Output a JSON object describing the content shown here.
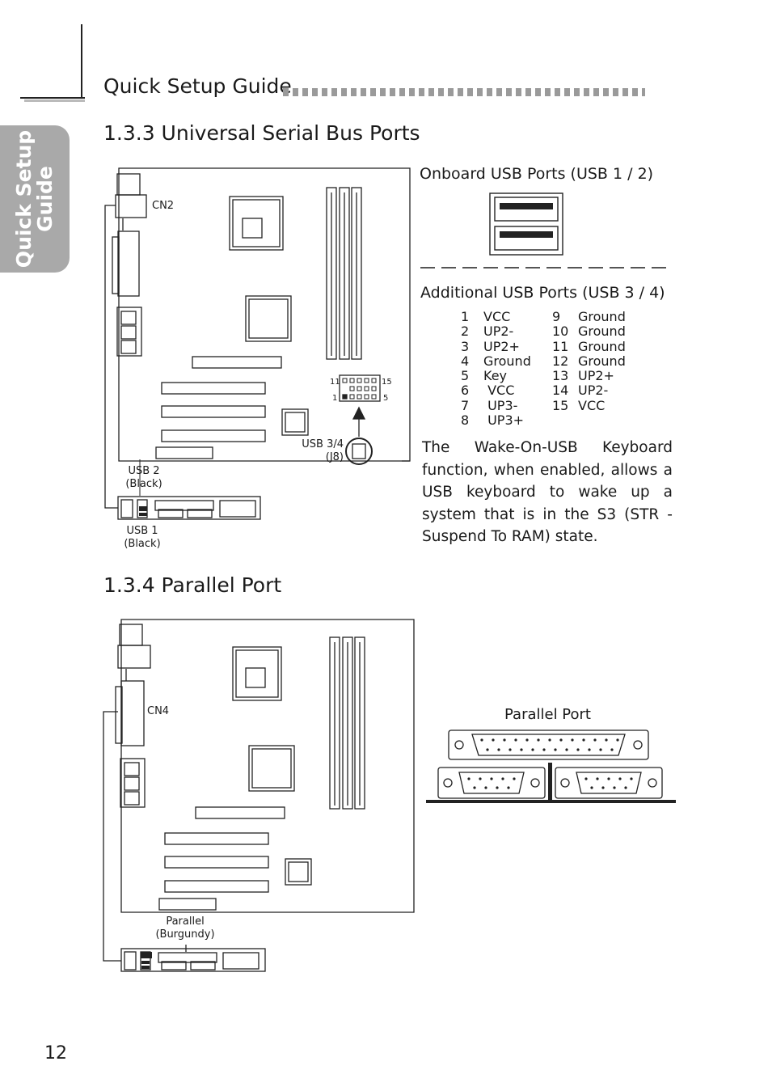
{
  "header": {
    "title": "Quick Setup Guide"
  },
  "side_tab": {
    "text": "Quick Setup\nGuide"
  },
  "section_usb": {
    "title": "1.3.3  Universal Serial Bus Ports",
    "board_labels": {
      "cn": "CN2",
      "usb34": "USB 3/4\n(J8)",
      "usb2": "USB 2\n(Black)",
      "usb1": "USB 1\n(Black)",
      "header_left_top": "11",
      "header_right_top": "15",
      "header_left_bottom": "1",
      "header_right_bottom": "5"
    },
    "onboard_title": "Onboard USB Ports (USB 1 / 2)",
    "additional_title": "Additional USB Ports (USB 3 / 4)",
    "pins": [
      {
        "n1": "1",
        "s1": "VCC",
        "n2": "9",
        "s2": "Ground"
      },
      {
        "n1": "2",
        "s1": "UP2-",
        "n2": "10",
        "s2": "Ground"
      },
      {
        "n1": "3",
        "s1": "UP2+",
        "n2": "11",
        "s2": "Ground"
      },
      {
        "n1": "4",
        "s1": "Ground",
        "n2": "12",
        "s2": "Ground"
      },
      {
        "n1": "5",
        "s1": "Key",
        "n2": "13",
        "s2": "UP2+"
      },
      {
        "n1": "6",
        "s1": " VCC",
        "n2": "14",
        "s2": "UP2-"
      },
      {
        "n1": "7",
        "s1": " UP3-",
        "n2": "15",
        "s2": "VCC"
      },
      {
        "n1": "8",
        "s1": " UP3+",
        "n2": "",
        "s2": ""
      }
    ],
    "description": "The Wake-On-USB Keyboard function, when enabled, allows a USB keyboard to wake up a system that is in the S3 (STR - Suspend To RAM) state."
  },
  "section_parallel": {
    "title": "1.3.4  Parallel Port",
    "board_labels": {
      "cn": "CN4",
      "parallel": "Parallel\n(Burgundy)"
    },
    "port_title": "Parallel Port"
  },
  "page_number": "12"
}
